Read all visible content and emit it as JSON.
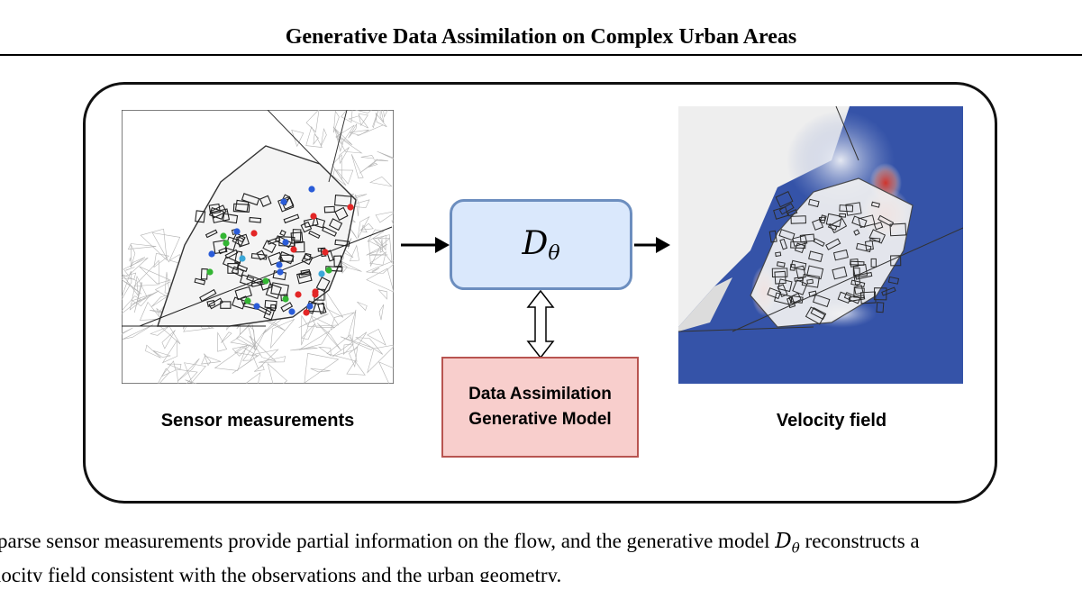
{
  "header": {
    "title": "Generative Data Assimilation on Complex Urban Areas"
  },
  "figure": {
    "model_symbol": "D",
    "model_symbol_sub": "θ",
    "generative_box": {
      "line1": "Data Assimilation",
      "line2": "Generative Model"
    },
    "left_label": "Sensor measurements",
    "right_label": "Velocity field",
    "sensor_colors": [
      "#e32626",
      "#2a5cd8",
      "#33b533",
      "#3aa7d8"
    ],
    "velocity_colors": {
      "background": "#3553a8",
      "high": "#d83024",
      "land": "#f0f0f0"
    }
  },
  "caption": {
    "line1_a": "parse sensor measurements provide partial information on the flow, and the generative model ",
    "line1_sym": "D",
    "line1_sub": "θ",
    "line1_b": " reconstructs a",
    "line2": "locity field consistent with the observations and the urban geometry."
  }
}
